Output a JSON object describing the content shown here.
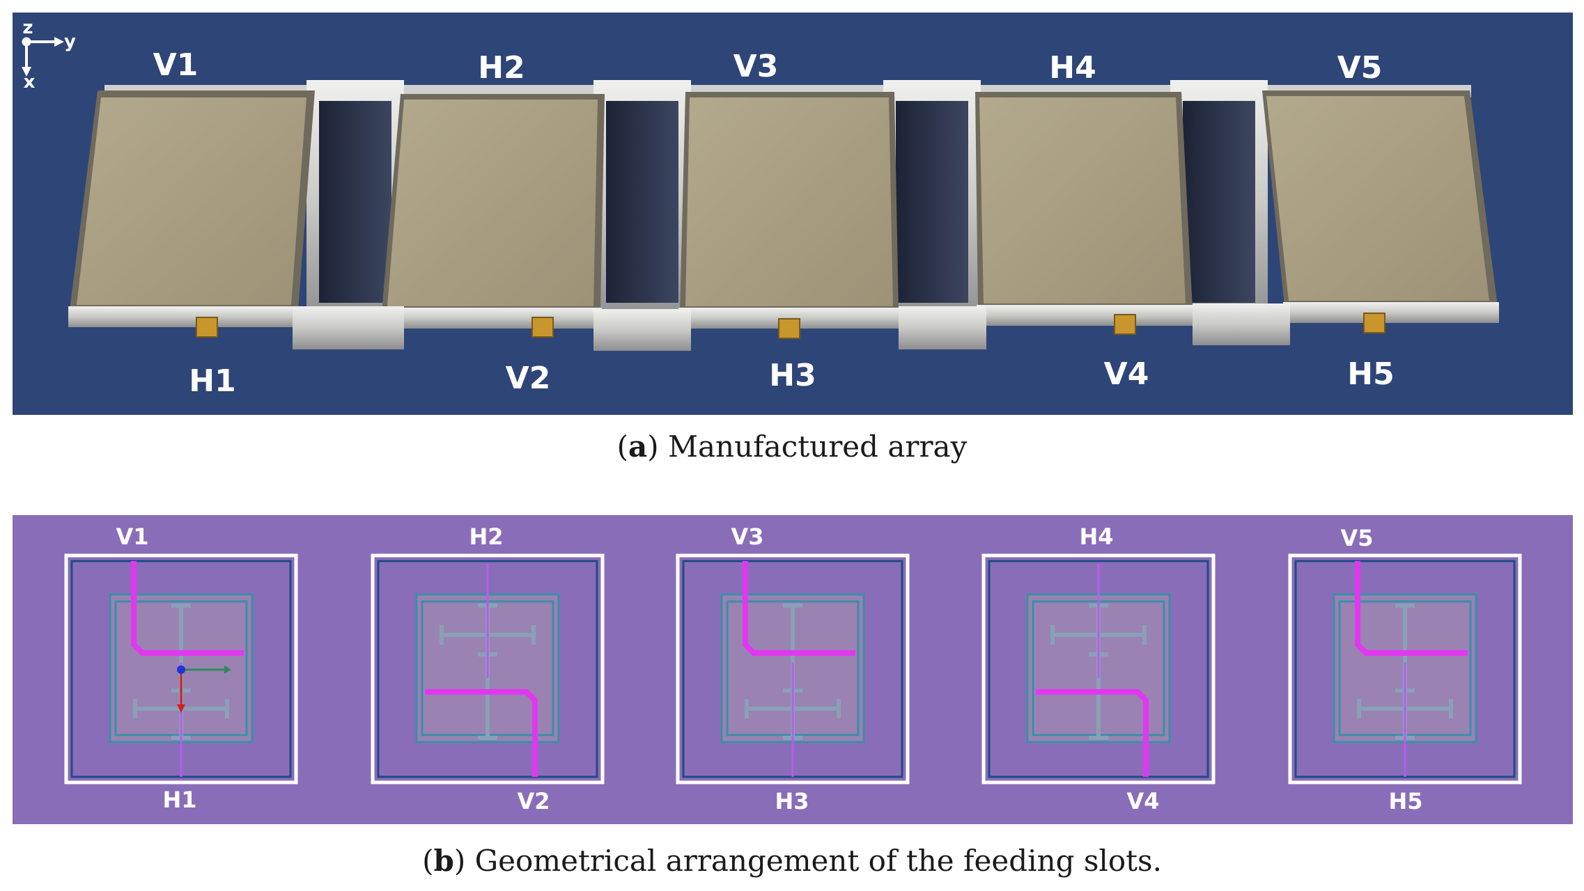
{
  "panel_a": {
    "axes": {
      "z": "z",
      "y": "y",
      "x": "x"
    },
    "top_labels": [
      "V1",
      "H2",
      "V3",
      "H4",
      "V5"
    ],
    "bottom_labels": [
      "H1",
      "V2",
      "H3",
      "V4",
      "H5"
    ],
    "caption_letter": "a",
    "caption_text": "Manufactured array"
  },
  "panel_b": {
    "top_labels": [
      "V1",
      "H2",
      "V3",
      "H4",
      "V5"
    ],
    "bottom_labels": [
      "H1",
      "V2",
      "H3",
      "V4",
      "H5"
    ],
    "caption_letter": "b",
    "caption_text": "Geometrical arrangement of the feeding slots."
  },
  "colors": {
    "photo_background": "#2e4577",
    "plate": "#a79c80",
    "layout_background": "#8a6db8",
    "feed_line": "#e237f0"
  }
}
